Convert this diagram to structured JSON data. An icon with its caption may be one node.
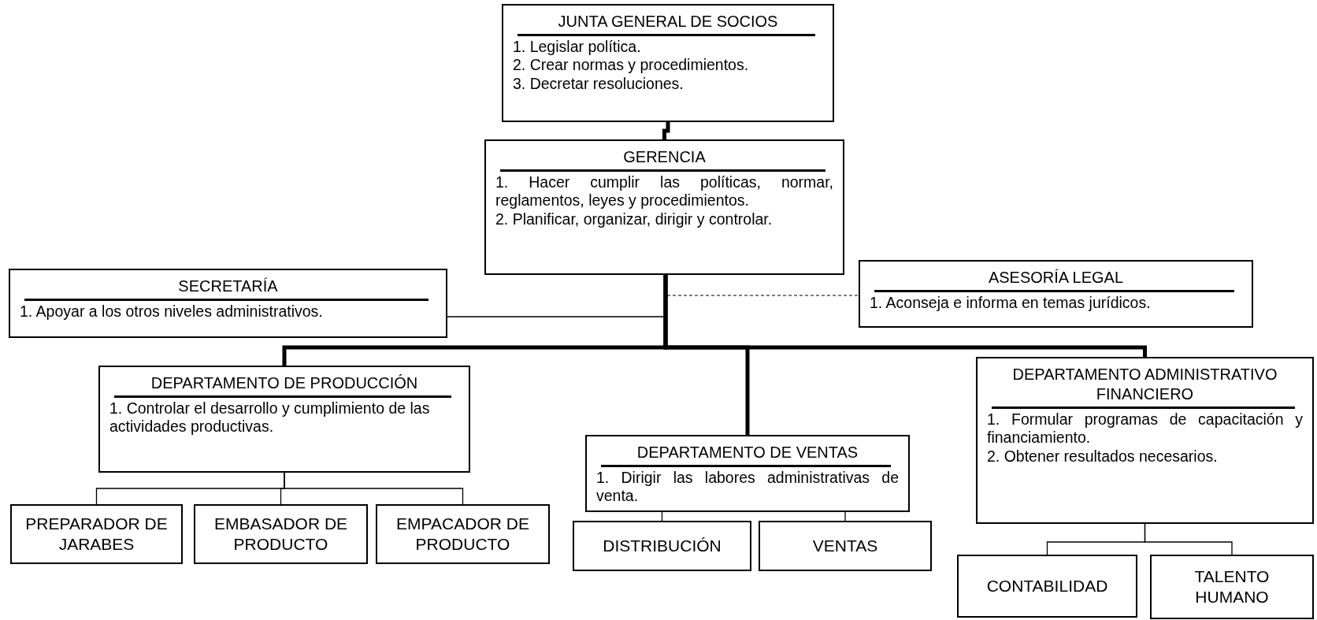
{
  "diagram": {
    "nodes": [
      {
        "text": [
          "JUNTA GENERAL DE SOCIOS",
          "1. Legislar política.",
          "2. Crear normas y procedimientos.",
          "3. Decretar resoluciones."
        ]
      },
      {
        "text": [
          "GERENCIA",
          "1. Hacer cumplir las políticas, normar, reglamentos, leyes y procedimientos.",
          "2. Planificar, organizar, dirigir y controlar."
        ]
      },
      {
        "text": [
          "SECRETARÍA",
          "1. Apoyar a los otros niveles administrativos."
        ]
      },
      {
        "text": [
          "ASESORÍA LEGAL",
          "1. Aconseja e informa en temas jurídicos."
        ]
      },
      {
        "text": [
          "DEPARTAMENTO DE PRODUCCIÓN",
          "1. Controlar el desarrollo y cumplimiento de las actividades productivas."
        ]
      },
      {
        "text": [
          "DEPARTAMENTO DE VENTAS",
          "1. Dirigir las labores administrativas de venta."
        ]
      },
      {
        "text": [
          "DEPARTAMENTO ADMINISTRATIVO FINANCIERO",
          "1. Formular programas de capacitación y financiamiento.",
          "2. Obtener resultados necesarios."
        ]
      },
      {
        "text": [
          "PREPARADOR DE JARABES"
        ]
      },
      {
        "text": [
          "EMBASADOR DE PRODUCTO"
        ]
      },
      {
        "text": [
          "EMPACADOR DE PRODUCTO"
        ]
      },
      {
        "text": [
          "DISTRIBUCIÓN"
        ]
      },
      {
        "text": [
          "VENTAS"
        ]
      },
      {
        "text": [
          "CONTABILIDAD"
        ]
      },
      {
        "text": [
          "TALENTO HUMANO"
        ]
      }
    ],
    "edges": [
      {
        "from": 0,
        "to": 1,
        "arrow": "none",
        "style": "thick"
      },
      {
        "from": 1,
        "to": 2,
        "arrow": "none"
      },
      {
        "from": 1,
        "to": 3,
        "arrow": "none",
        "style": "dashed"
      },
      {
        "from": 1,
        "to": 4,
        "arrow": "none",
        "style": "thick"
      },
      {
        "from": 1,
        "to": 5,
        "arrow": "none",
        "style": "thick"
      },
      {
        "from": 1,
        "to": 6,
        "arrow": "none",
        "style": "thick"
      },
      {
        "from": 4,
        "to": 7,
        "arrow": "none"
      },
      {
        "from": 4,
        "to": 8,
        "arrow": "none"
      },
      {
        "from": 4,
        "to": 9,
        "arrow": "none"
      },
      {
        "from": 5,
        "to": 10,
        "arrow": "none"
      },
      {
        "from": 5,
        "to": 11,
        "arrow": "none"
      },
      {
        "from": 6,
        "to": 12,
        "arrow": "none"
      },
      {
        "from": 6,
        "to": 13,
        "arrow": "none"
      }
    ]
  }
}
